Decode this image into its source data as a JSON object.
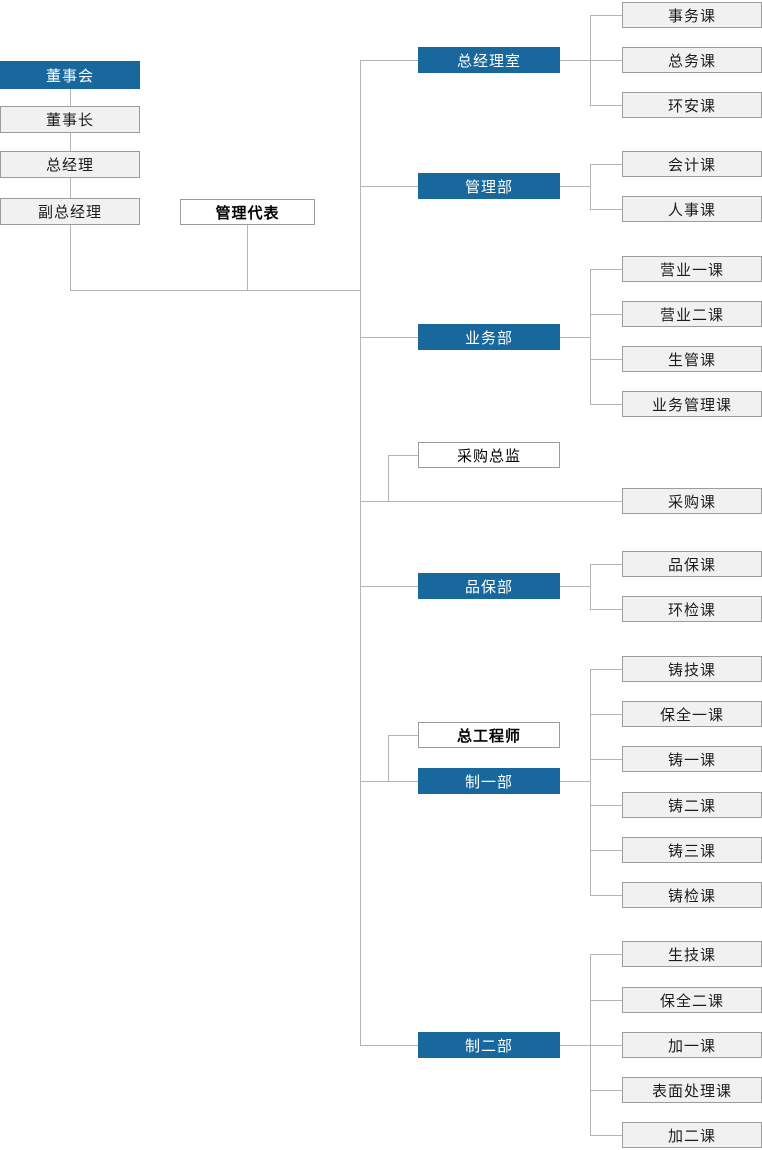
{
  "palette": {
    "blue": "#18689e",
    "gray-bg": "#f1f1f1",
    "gray-border": "#9c9c9c",
    "line": "#b4b4b4"
  },
  "left_chain": [
    {
      "label": "董事会"
    },
    {
      "label": "董事长"
    },
    {
      "label": "总经理"
    },
    {
      "label": "副总经理"
    }
  ],
  "management_rep": {
    "label": "管理代表"
  },
  "departments": [
    {
      "label": "总经理室",
      "children": [
        {
          "label": "事务课"
        },
        {
          "label": "总务课"
        },
        {
          "label": "环安课"
        }
      ]
    },
    {
      "label": "管理部",
      "children": [
        {
          "label": "会计课"
        },
        {
          "label": "人事课"
        }
      ]
    },
    {
      "label": "业务部",
      "children": [
        {
          "label": "营业一课"
        },
        {
          "label": "营业二课"
        },
        {
          "label": "生管课"
        },
        {
          "label": "业务管理课"
        }
      ]
    },
    {
      "label": "采购总监",
      "children": [
        {
          "label": "采购课"
        }
      ]
    },
    {
      "label": "品保部",
      "children": [
        {
          "label": "品保课"
        },
        {
          "label": "环检课"
        }
      ]
    },
    {
      "label": "总工程师",
      "children": []
    },
    {
      "label": "制一部",
      "children": [
        {
          "label": "铸技课"
        },
        {
          "label": "保全一课"
        },
        {
          "label": "铸一课"
        },
        {
          "label": "铸二课"
        },
        {
          "label": "铸三课"
        },
        {
          "label": "铸检课"
        }
      ]
    },
    {
      "label": "制二部",
      "children": [
        {
          "label": "生技课"
        },
        {
          "label": "保全二课"
        },
        {
          "label": "加一课"
        },
        {
          "label": "表面处理课"
        },
        {
          "label": "加二课"
        }
      ]
    }
  ]
}
